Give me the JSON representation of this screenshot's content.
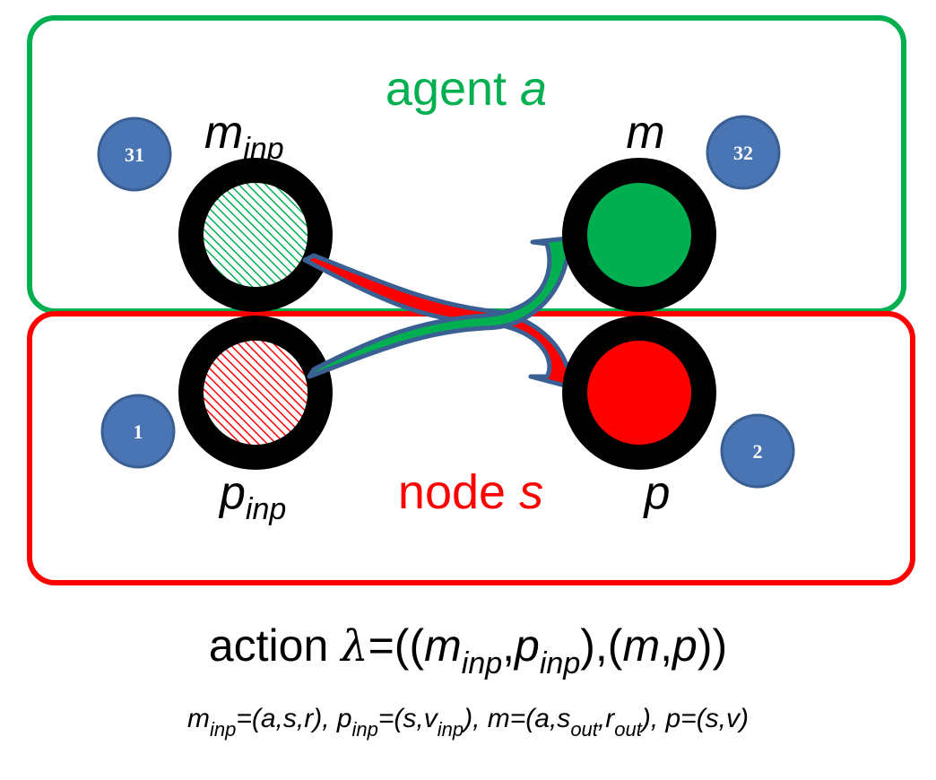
{
  "agent_box": {
    "label_prefix": "agent ",
    "label_var": "a",
    "color": "#00b050"
  },
  "node_box": {
    "label_prefix": "node ",
    "label_var": "s",
    "color": "#ff0000"
  },
  "states": {
    "m_inp": {
      "base": "m",
      "sub": "inp",
      "badge": "31"
    },
    "m": {
      "base": "m",
      "badge": "32"
    },
    "p_inp": {
      "base": "p",
      "sub": "inp",
      "badge": "1"
    },
    "p": {
      "base": "p",
      "badge": "2"
    }
  },
  "colors": {
    "green": "#00b050",
    "red": "#ff0000",
    "badge": "#4a75b5",
    "arrow_outline": "#3a5f93"
  },
  "action": {
    "prefix": "action ",
    "lambda": "λ",
    "eq_open": "=((",
    "m": "m",
    "inp_1": "inp",
    "comma_1": ",",
    "p": "p",
    "inp_2": "inp",
    "mid": "),(",
    "m2": "m",
    "comma_2": ",",
    "p2": "p",
    "close": "))"
  },
  "definitions": {
    "t1": "m",
    "s1": "inp",
    "t2": "=(a,s,r), p",
    "s2": "inp",
    "t3": "=(s,v",
    "s3": "inp",
    "t4": "), m=(a,s",
    "s4": "out",
    "t5": ",r",
    "s5": "out",
    "t6": "), p=(s,v)"
  }
}
